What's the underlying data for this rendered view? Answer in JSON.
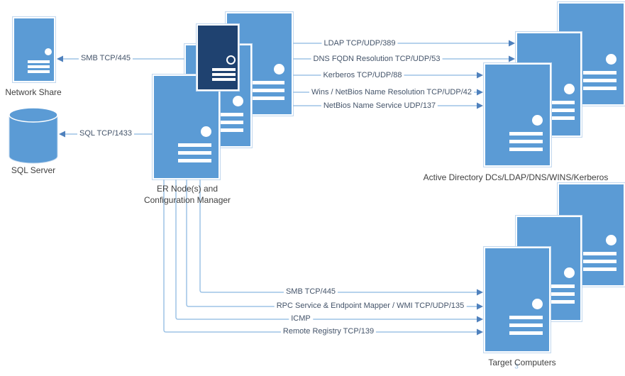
{
  "diagram": {
    "colors": {
      "server_fill": "#5b9bd5",
      "server_dark_fill": "#1f4270",
      "connector_line": "#9dc3e6",
      "arrowhead": "#4f81bd",
      "connector_text": "#44546a",
      "node_text": "#3f3f3f",
      "background": "#ffffff"
    },
    "nodes": {
      "network_share": {
        "label": "Network Share",
        "type": "server"
      },
      "sql_server": {
        "label": "SQL Server",
        "type": "database-cylinder"
      },
      "er_nodes": {
        "label_line1": "ER Node(s) and",
        "label_line2": "Configuration Manager",
        "server_count": 4
      },
      "active_directory": {
        "label": "Active Directory DCs/LDAP/DNS/WINS/Kerberos",
        "server_count": 3
      },
      "target_computers": {
        "label": "Target Computers",
        "server_count": 3,
        "page_artifact": "3"
      }
    },
    "connectors": [
      {
        "id": "smb-share",
        "label": "SMB TCP/445",
        "from": "er_nodes",
        "to": "network_share"
      },
      {
        "id": "sql",
        "label": "SQL TCP/1433",
        "from": "er_nodes",
        "to": "sql_server"
      },
      {
        "id": "ldap",
        "label": "LDAP TCP/UDP/389",
        "from": "er_nodes",
        "to": "active_directory"
      },
      {
        "id": "dns",
        "label": "DNS FQDN Resolution TCP/UDP/53",
        "from": "er_nodes",
        "to": "active_directory"
      },
      {
        "id": "kerberos",
        "label": "Kerberos TCP/UDP/88",
        "from": "er_nodes",
        "to": "active_directory"
      },
      {
        "id": "wins",
        "label": "Wins / NetBios Name Resolution TCP/UDP/42",
        "from": "er_nodes",
        "to": "active_directory"
      },
      {
        "id": "netbios",
        "label": "NetBios Name Service UDP/137",
        "from": "er_nodes",
        "to": "active_directory"
      },
      {
        "id": "smb-target",
        "label": "SMB TCP/445",
        "from": "er_nodes",
        "to": "target_computers"
      },
      {
        "id": "rpc-wmi",
        "label": "RPC Service & Endpoint Mapper / WMI TCP/UDP/135",
        "from": "er_nodes",
        "to": "target_computers"
      },
      {
        "id": "icmp",
        "label": "ICMP",
        "from": "er_nodes",
        "to": "target_computers"
      },
      {
        "id": "remote-registry",
        "label": "Remote Registry TCP/139",
        "from": "er_nodes",
        "to": "target_computers"
      }
    ]
  }
}
